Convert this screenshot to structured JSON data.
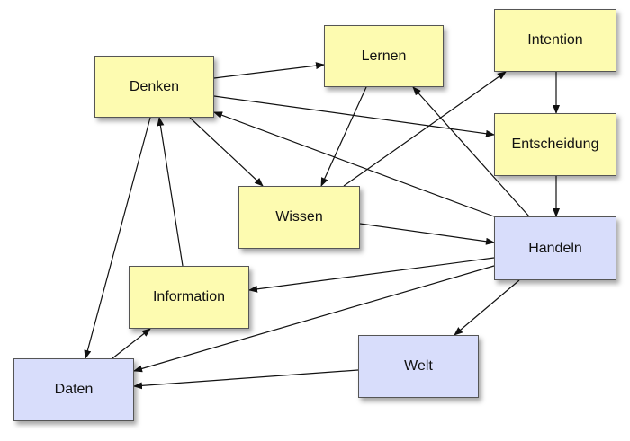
{
  "diagram": {
    "colors": {
      "yellow": "#fdfbb0",
      "blue": "#d8ddfb",
      "edge": "#111111"
    },
    "nodes": [
      {
        "id": "denken",
        "label": "Denken",
        "fill": "yellow"
      },
      {
        "id": "lernen",
        "label": "Lernen",
        "fill": "yellow"
      },
      {
        "id": "intention",
        "label": "Intention",
        "fill": "yellow"
      },
      {
        "id": "entscheidung",
        "label": "Entscheidung",
        "fill": "yellow"
      },
      {
        "id": "wissen",
        "label": "Wissen",
        "fill": "yellow"
      },
      {
        "id": "handeln",
        "label": "Handeln",
        "fill": "blue"
      },
      {
        "id": "information",
        "label": "Information",
        "fill": "yellow"
      },
      {
        "id": "welt",
        "label": "Welt",
        "fill": "blue"
      },
      {
        "id": "daten",
        "label": "Daten",
        "fill": "blue"
      }
    ],
    "edges": [
      {
        "from": "denken",
        "to": "lernen"
      },
      {
        "from": "denken",
        "to": "entscheidung"
      },
      {
        "from": "denken",
        "to": "wissen"
      },
      {
        "from": "denken",
        "to": "daten"
      },
      {
        "from": "lernen",
        "to": "wissen"
      },
      {
        "from": "wissen",
        "to": "intention"
      },
      {
        "from": "wissen",
        "to": "handeln"
      },
      {
        "from": "intention",
        "to": "entscheidung"
      },
      {
        "from": "entscheidung",
        "to": "handeln"
      },
      {
        "from": "handeln",
        "to": "lernen"
      },
      {
        "from": "handeln",
        "to": "denken"
      },
      {
        "from": "handeln",
        "to": "information"
      },
      {
        "from": "handeln",
        "to": "daten"
      },
      {
        "from": "handeln",
        "to": "welt"
      },
      {
        "from": "information",
        "to": "denken"
      },
      {
        "from": "daten",
        "to": "information"
      },
      {
        "from": "welt",
        "to": "daten"
      }
    ]
  }
}
